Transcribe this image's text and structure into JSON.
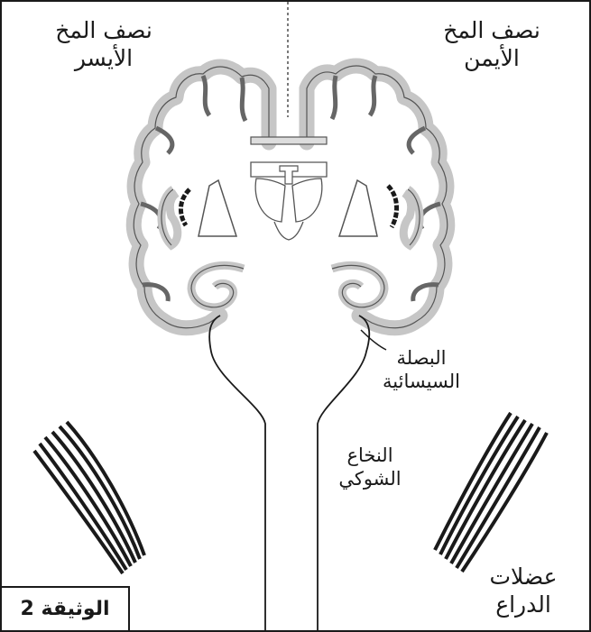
{
  "labels": {
    "left_hemisphere": [
      "نصف المخ",
      "الأيسر"
    ],
    "right_hemisphere": [
      "نصف المخ",
      "الأيمن"
    ],
    "medulla": [
      "البصلة",
      "السيسائية"
    ],
    "spinal_cord": [
      "النخاع",
      "الشوكي"
    ],
    "arm_muscles": [
      "عضلات",
      "الدراع"
    ],
    "document": "الوثيقة 2"
  },
  "colors": {
    "cortex": "#c6c6c6",
    "ink": "#1a1a1a"
  }
}
